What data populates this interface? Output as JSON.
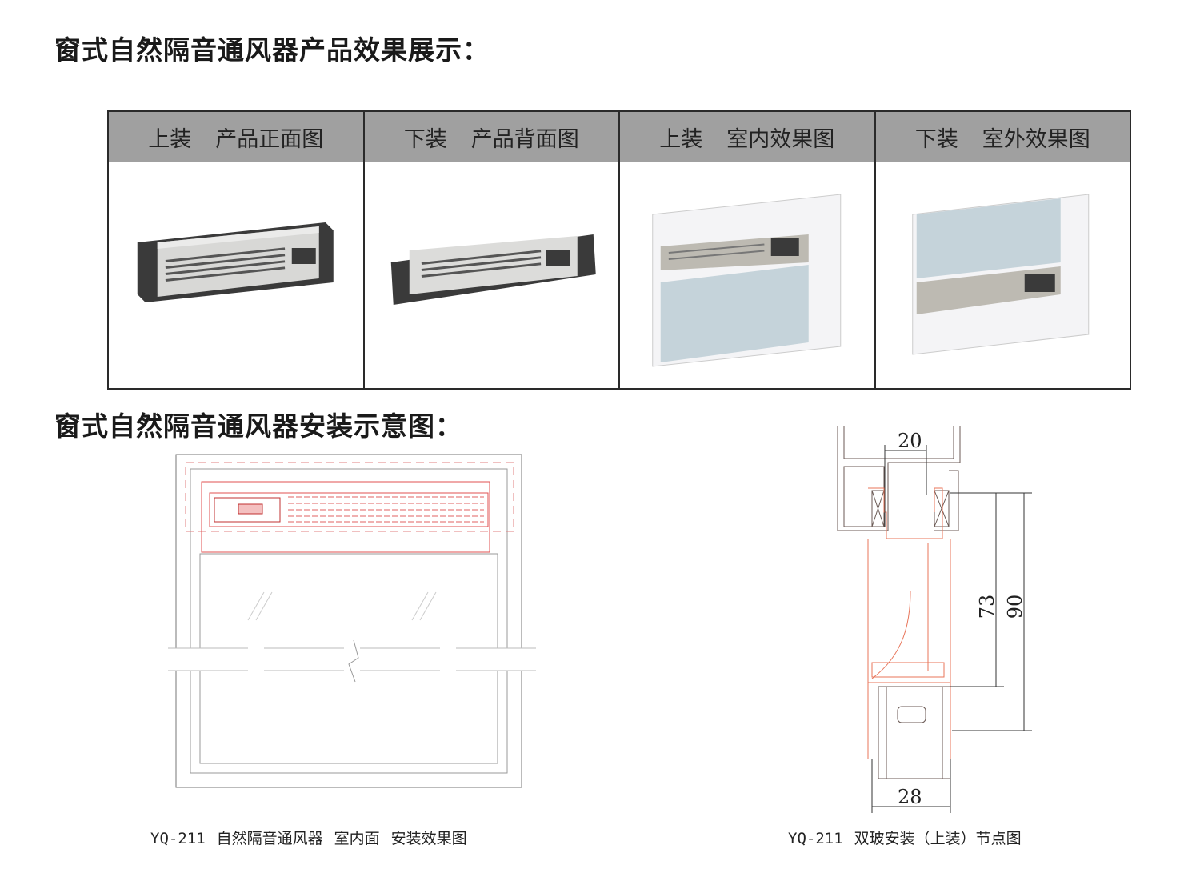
{
  "heading_showcase": "窗式自然隔音通风器产品效果展示：",
  "heading_install": "窗式自然隔音通风器安装示意图：",
  "showcase": [
    {
      "mode": "上装",
      "view": "产品正面图"
    },
    {
      "mode": "下装",
      "view": "产品背面图"
    },
    {
      "mode": "上装",
      "view": "室内效果图"
    },
    {
      "mode": "下装",
      "view": "室外效果图"
    }
  ],
  "left_caption": {
    "model": "YQ-211",
    "name": "自然隔音通风器",
    "side": "室内面",
    "desc": "安装效果图"
  },
  "right_caption": {
    "model": "YQ-211",
    "desc": "双玻安装（上装）节点图"
  },
  "dimensions": {
    "top": "20",
    "inner": "73",
    "outer": "90",
    "bottom": "28"
  }
}
